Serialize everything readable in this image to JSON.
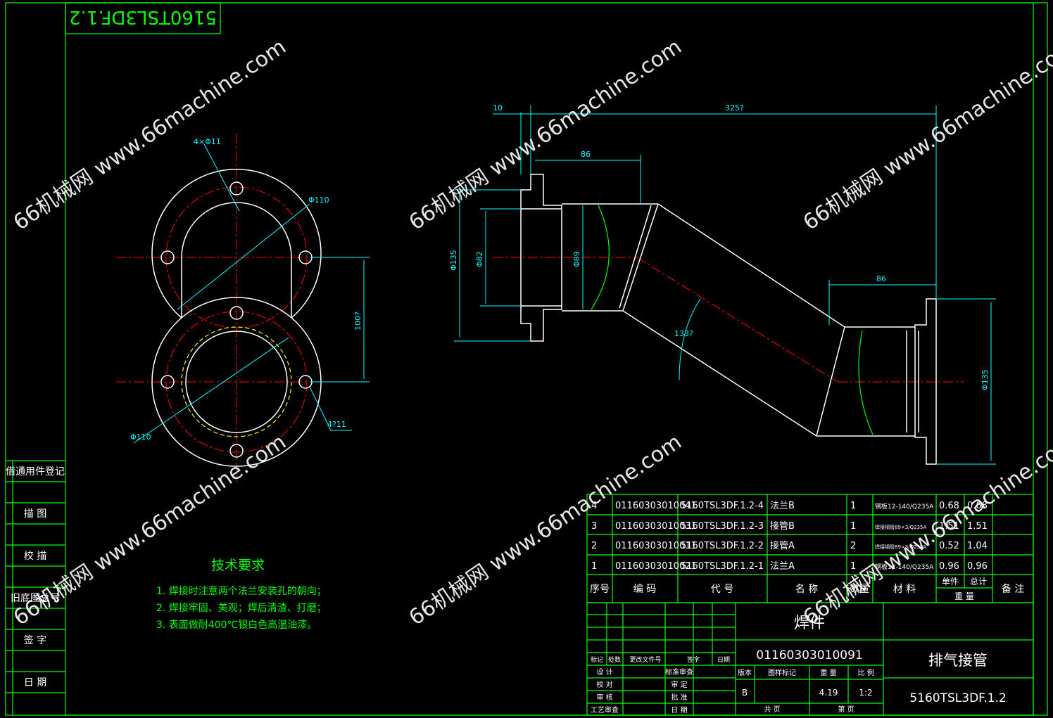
{
  "drawing_code_mirrored": "5160TSL3DF.1.2",
  "watermark": "66机械网 www.66machine.com",
  "colors": {
    "frame": "#00ff00",
    "part": "#ffffff",
    "dimension": "#00ffff",
    "centerline": "#ff0000",
    "hidden": "#ffff00",
    "table_text": "#ffffff",
    "tech_text": "#00ff00"
  },
  "left_stamp_column": [
    "借通用件登记",
    "描 图",
    "校 描",
    "旧底图总号",
    "签 字",
    "日 期"
  ],
  "front_view": {
    "labels": {
      "holes": "4×Φ11",
      "pcd_top": "Φ110",
      "pcd_bottom": "Φ110",
      "center_distance": "100?",
      "angle": "4?11"
    }
  },
  "side_view": {
    "labels": {
      "top_gap": "10",
      "overall_length": "325?",
      "left_segment": "86",
      "right_segment": "86",
      "flange_dia_left": "Φ135",
      "bore_dia": "Φ82",
      "pipe_dia": "Φ89",
      "bend_angle": "133?",
      "flange_dia_right": "Φ135"
    }
  },
  "tech_requirements": {
    "title": "技术要求",
    "items": [
      "1. 焊接时注意两个法兰安装孔的朝向；",
      "2. 焊接牢固、美观；焊后清渣、打磨；",
      "3. 表面做耐400℃银白色高温油漆。"
    ]
  },
  "bom": {
    "rows": [
      [
        "4",
        "01160303010041",
        "5160TSL3DF.1.2-4",
        "法兰B",
        "1",
        "钢板12-140/Q235A",
        "0.68",
        "0.68",
        ""
      ],
      [
        "3",
        "01160303010031",
        "5160TSL3DF.1.2-3",
        "接管B",
        "1",
        "焊接钢管89×3/Q235A",
        "1.51",
        "1.51",
        ""
      ],
      [
        "2",
        "01160303010011",
        "5160TSL3DF.1.2-2",
        "接管A",
        "2",
        "焊接钢管89×3/Q235A",
        "0.52",
        "1.04",
        ""
      ],
      [
        "1",
        "01160303010021",
        "5160TSL3DF.1.2-1",
        "法兰A",
        "1",
        "钢板12-140/Q235A",
        "0.96",
        "0.96",
        ""
      ]
    ],
    "header": {
      "seq": "序号",
      "code": "编 码",
      "drawing": "代 号",
      "name": "名 称",
      "qty": "数量",
      "material": "材 料",
      "unit": "单件",
      "total": "总计",
      "weight": "重 量",
      "remark": "备 注"
    }
  },
  "title_block": {
    "welded": "焊件",
    "part_code": "01160303010091",
    "name": "排气接管",
    "drawing_code": "5160TSL3DF.1.2",
    "rev_row": [
      "标记",
      "处数",
      "更改文件号",
      "签字",
      "日期"
    ],
    "sign_left": [
      "设 计",
      "校 对",
      "审 核",
      "工艺审查"
    ],
    "sign_mid": [
      "标准审查",
      "审 定",
      "批 准",
      "日 期"
    ],
    "props_header": [
      "版本",
      "图样标记",
      "重 量",
      "比 例"
    ],
    "version": "B",
    "weight": "4.19",
    "scale": "1:2",
    "sheets": "共 页",
    "sheet": "第 页"
  }
}
